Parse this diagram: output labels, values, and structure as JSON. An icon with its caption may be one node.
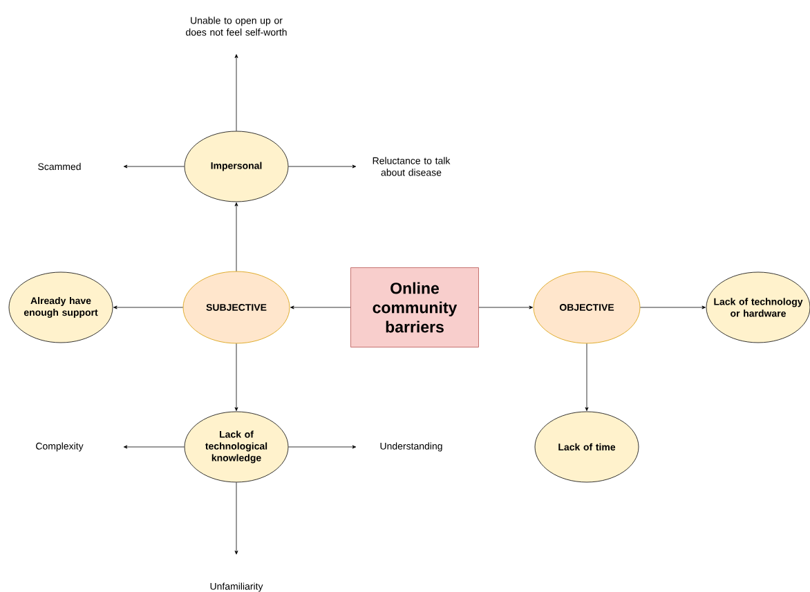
{
  "diagram": {
    "nodes": [
      {
        "text": [
          "Online community barriers"
        ]
      },
      {
        "text": [
          "SUBJECTIVE"
        ]
      },
      {
        "text": [
          "OBJECTIVE"
        ]
      },
      {
        "text": [
          "Impersonal"
        ]
      },
      {
        "text": [
          "Lack of technological knowledge"
        ]
      },
      {
        "text": [
          "Already have enough support"
        ]
      },
      {
        "text": [
          "Lack of technology or hardware"
        ]
      },
      {
        "text": [
          "Lack of time"
        ]
      },
      {
        "text": [
          "Unable to open up or does not feel self-worth"
        ]
      },
      {
        "text": [
          "Scammed"
        ]
      },
      {
        "text": [
          "Reluctance to talk about disease"
        ]
      },
      {
        "text": [
          "Complexity"
        ]
      },
      {
        "text": [
          "Understanding"
        ]
      },
      {
        "text": [
          "Unfamiliarity"
        ]
      }
    ],
    "edges": [
      {
        "from": 0,
        "to": 1,
        "arrow": "to"
      },
      {
        "from": 0,
        "to": 2,
        "arrow": "to"
      },
      {
        "from": 1,
        "to": 3,
        "arrow": "to"
      },
      {
        "from": 1,
        "to": 4,
        "arrow": "to"
      },
      {
        "from": 1,
        "to": 5,
        "arrow": "to"
      },
      {
        "from": 2,
        "to": 6,
        "arrow": "to"
      },
      {
        "from": 2,
        "to": 7,
        "arrow": "to"
      },
      {
        "from": 3,
        "to": 8,
        "arrow": "to"
      },
      {
        "from": 3,
        "to": 9,
        "arrow": "to"
      },
      {
        "from": 3,
        "to": 10,
        "arrow": "to"
      },
      {
        "from": 4,
        "to": 11,
        "arrow": "to"
      },
      {
        "from": 4,
        "to": 12,
        "arrow": "to"
      },
      {
        "from": 4,
        "to": 13,
        "arrow": "to"
      }
    ]
  }
}
